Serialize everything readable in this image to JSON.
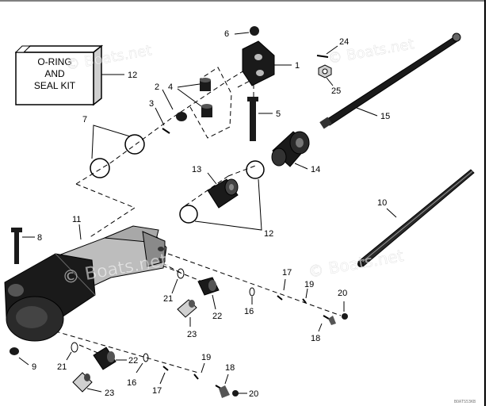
{
  "kit_label": {
    "line1": "O-RING",
    "line2": "AND",
    "line3": "SEAL KIT",
    "number": "12"
  },
  "callouts": {
    "c1": "1",
    "c2": "2",
    "c3": "3",
    "c4": "4",
    "c5": "5",
    "c6": "6",
    "c7": "7",
    "c8": "8",
    "c9": "9",
    "c10": "10",
    "c11": "11",
    "c12": "12",
    "c13": "13",
    "c14": "14",
    "c15": "15",
    "c16a": "16",
    "c16b": "16",
    "c17a": "17",
    "c17b": "17",
    "c18a": "18",
    "c18b": "18",
    "c19a": "19",
    "c19b": "19",
    "c20a": "20",
    "c20b": "20",
    "c21a": "21",
    "c21b": "21",
    "c22a": "22",
    "c22b": "22",
    "c23a": "23",
    "c23b": "23",
    "c24": "24",
    "c25": "25"
  },
  "watermark": "© Boats.net",
  "drawing_code": "BOATS53KB",
  "colors": {
    "ink": "#000000",
    "metal": "#bdbdbd",
    "dark": "#1a1a1a",
    "background": "#ffffff"
  }
}
